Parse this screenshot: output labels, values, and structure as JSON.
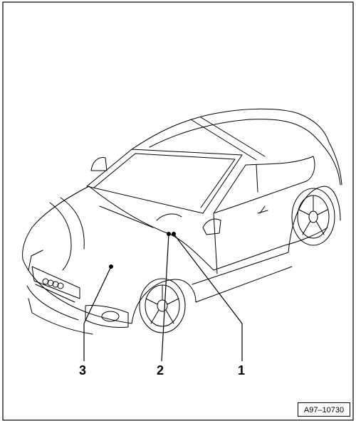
{
  "figure": {
    "reference": "A97–10730",
    "callouts": [
      {
        "number": "1"
      },
      {
        "number": "2"
      },
      {
        "number": "3"
      }
    ]
  }
}
